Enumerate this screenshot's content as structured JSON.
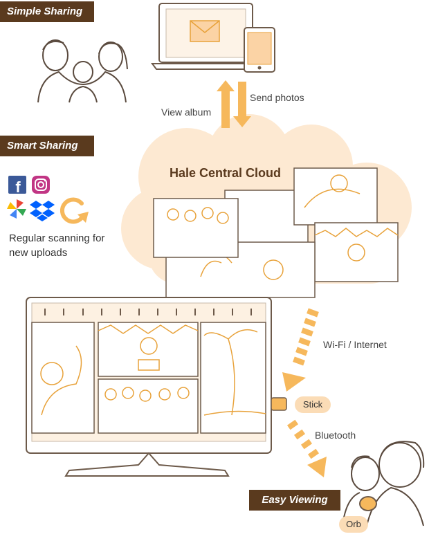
{
  "sections": {
    "simple_sharing": "Simple Sharing",
    "smart_sharing": "Smart Sharing",
    "easy_viewing": "Easy Viewing"
  },
  "arrows": {
    "view_album": "View album",
    "send_photos": "Send photos",
    "wifi": "Wi-Fi / Internet",
    "bluetooth": "Bluetooth"
  },
  "cloud": {
    "title": "Hale Central Cloud"
  },
  "smart_sharing": {
    "caption_line1": "Regular scanning for",
    "caption_line2": "new uploads",
    "service_icons": [
      "facebook-icon",
      "instagram-icon",
      "pinwheel-icon",
      "dropbox-icon",
      "refresh-icon"
    ]
  },
  "devices": {
    "stick_label": "Stick",
    "orb_label": "Orb"
  },
  "colors": {
    "brand_brown": "#5a3a1e",
    "cloud_fill": "#fde9d2",
    "arrow_orange": "#f6b85c",
    "line_art": "#e8a23a",
    "facebook_blue": "#3b5998"
  }
}
